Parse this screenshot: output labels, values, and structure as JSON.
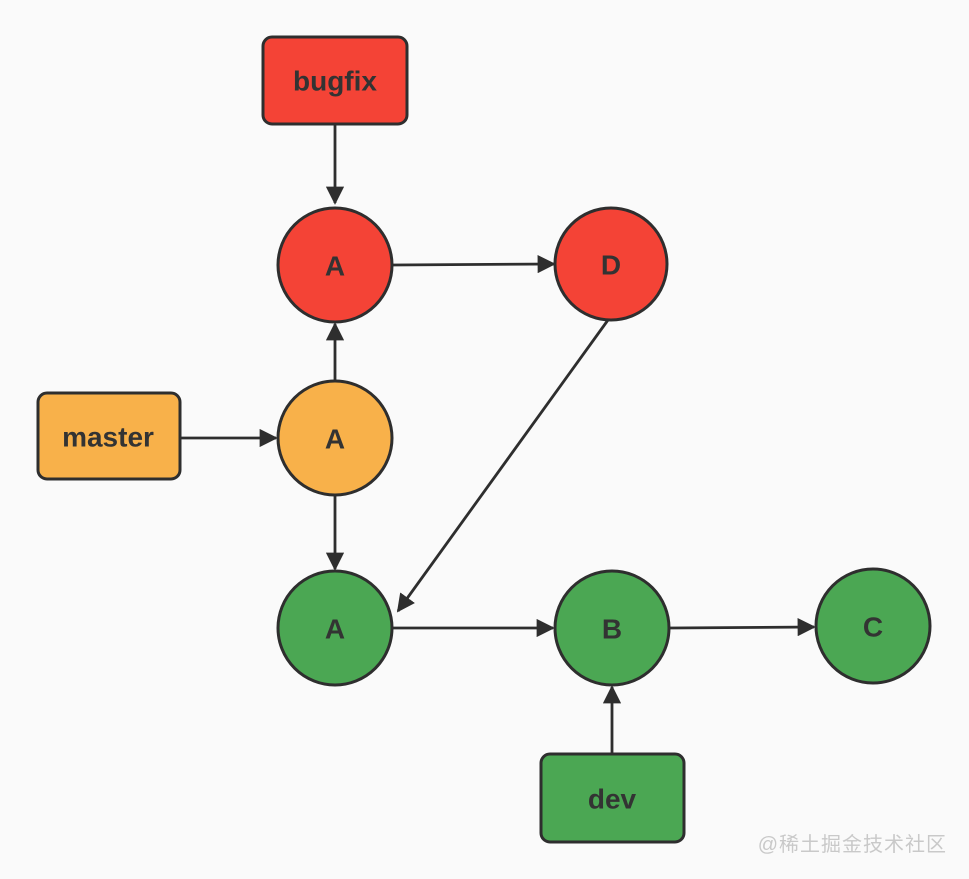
{
  "theme": {
    "background": "#fafafa",
    "stroke": "#2e2e2e",
    "label_text": "#333333",
    "red": "#f44336",
    "orange": "#f8b14a",
    "green": "#4ba753",
    "watermark_color": "#c9c9c9"
  },
  "branches": {
    "bugfix": {
      "label": "bugfix",
      "color": "#f44336"
    },
    "master": {
      "label": "master",
      "color": "#f8b14a"
    },
    "dev": {
      "label": "dev",
      "color": "#4ba753"
    }
  },
  "commits": {
    "a_red": {
      "label": "A",
      "color": "#f44336"
    },
    "d": {
      "label": "D",
      "color": "#f44336"
    },
    "a_orange": {
      "label": "A",
      "color": "#f8b14a"
    },
    "a_green": {
      "label": "A",
      "color": "#4ba753"
    },
    "b": {
      "label": "B",
      "color": "#4ba753"
    },
    "c": {
      "label": "C",
      "color": "#4ba753"
    }
  },
  "edges": [
    {
      "from": "bugfix-label",
      "to": "commit-A-red"
    },
    {
      "from": "commit-A-red",
      "to": "commit-D"
    },
    {
      "from": "commit-A-orange",
      "to": "commit-A-red"
    },
    {
      "from": "master-label",
      "to": "commit-A-orange"
    },
    {
      "from": "commit-A-orange",
      "to": "commit-A-green"
    },
    {
      "from": "commit-D",
      "to": "commit-A-green"
    },
    {
      "from": "commit-A-green",
      "to": "commit-B"
    },
    {
      "from": "commit-B",
      "to": "commit-C"
    },
    {
      "from": "dev-label",
      "to": "commit-B"
    }
  ],
  "watermark": {
    "text": "@稀土掘金技术社区"
  }
}
